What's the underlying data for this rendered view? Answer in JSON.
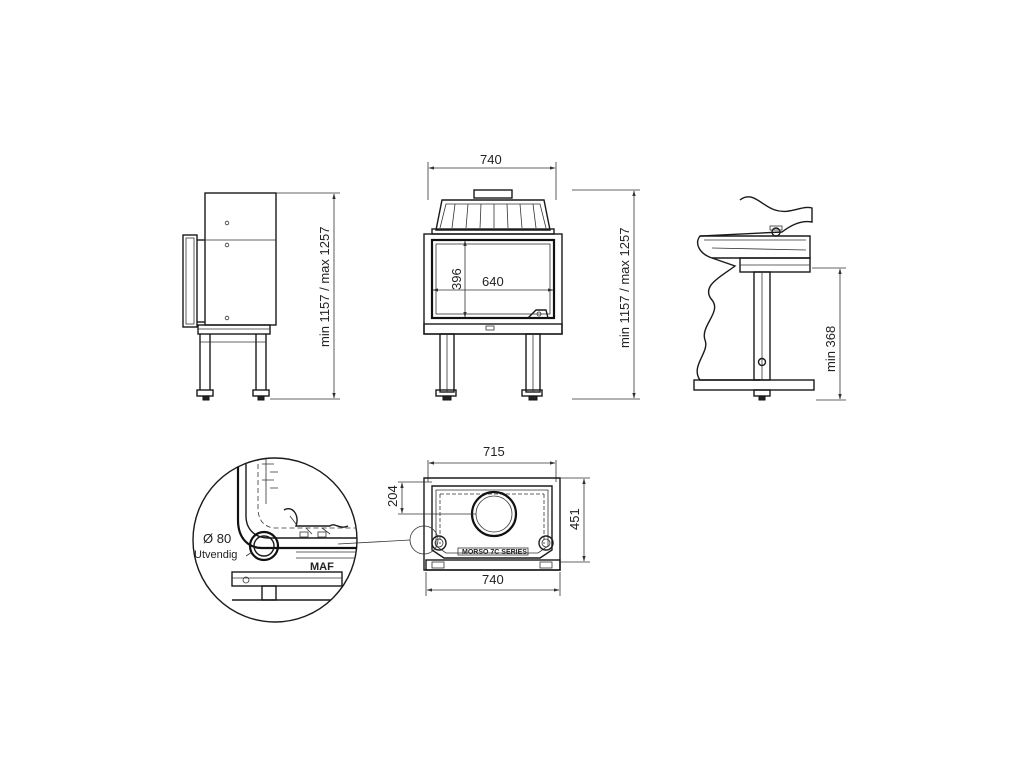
{
  "dimensions": {
    "front_width_top": "740",
    "front_height": "min 1157 / max 1257",
    "side_height": "min 1157 / max 1257",
    "window_height": "396",
    "window_width": "640",
    "leg_height_right": "min 368",
    "top_width_715": "715",
    "depth_204": "204",
    "depth_451": "451",
    "bottom_width_740": "740"
  },
  "detail": {
    "diameter": "Ø 80",
    "note": "Utvendig",
    "plate_text": "MAF",
    "body_text": "MORSO 7C SERIES"
  }
}
